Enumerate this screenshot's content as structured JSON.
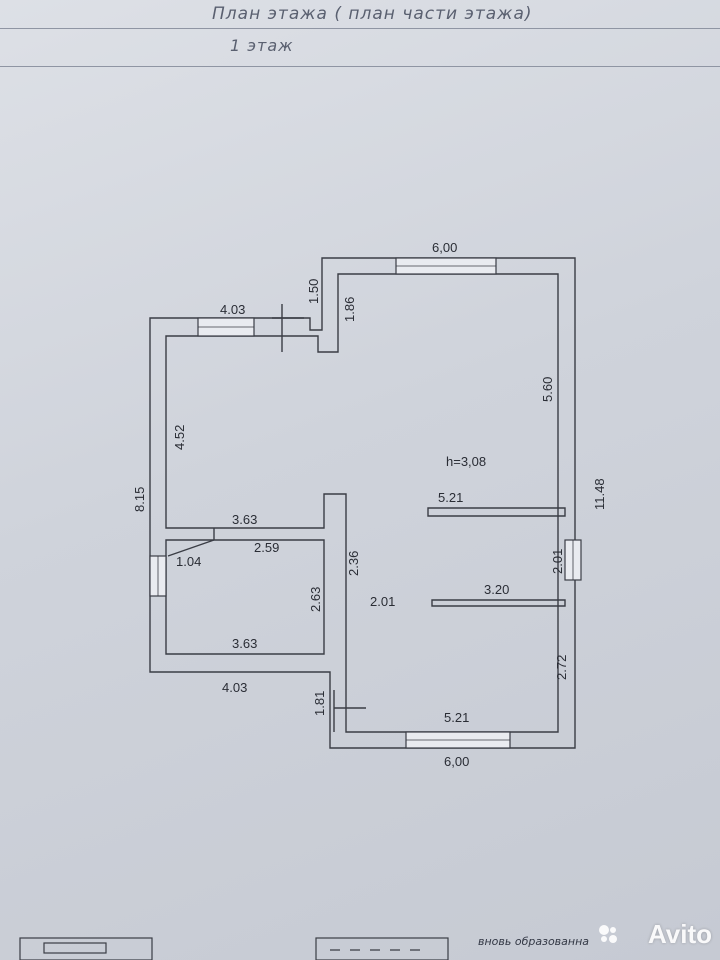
{
  "header": {
    "title": "План   этажа ( план части этажа)",
    "floor": "1 этаж"
  },
  "plan": {
    "height_label": "h=3,08",
    "dims": {
      "top_right_width": "6,00",
      "step_height": "1.50",
      "step_inner": "1.86",
      "top_left_width": "4.03",
      "left_inner": "4.52",
      "left_total": "8.15",
      "right_total": "11.48",
      "right_upper": "5.60",
      "partition_right_upper": "5.21",
      "partition_left": "3.63",
      "room_width": "2.59",
      "diagonal": "1.04",
      "center_upper": "2.36",
      "room_height": "2.63",
      "center_lower": "2.01",
      "right_middle": "2.01",
      "partition_right_lower": "3.20",
      "room_bottom": "3.63",
      "right_lower": "2.72",
      "bottom_left_width": "4.03",
      "bottom_step": "1.81",
      "bottom_inner": "5.21",
      "bottom_total": "6,00"
    }
  },
  "footer": {
    "text": "вновь образованна"
  },
  "watermark": {
    "text": "Avito"
  }
}
